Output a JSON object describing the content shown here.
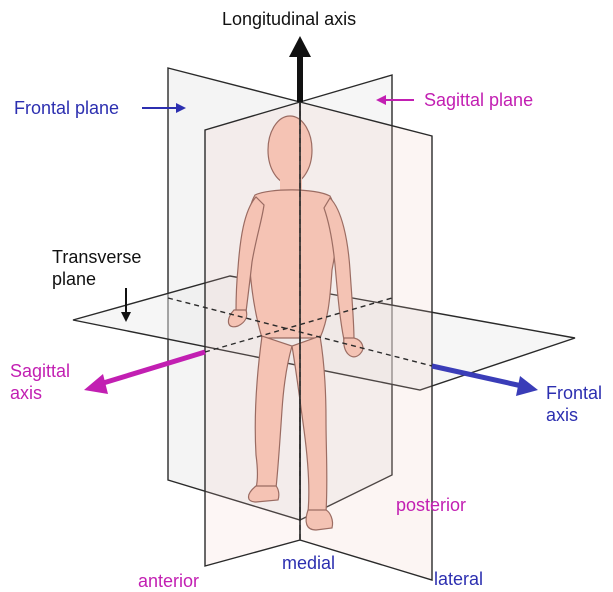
{
  "colors": {
    "label_black": "#111111",
    "label_blue": "#2c2fb0",
    "label_magenta": "#c21fb2",
    "skin": "#f6c3b2",
    "skin_outline": "#8a5a50",
    "plane_edge": "#2a2a2a"
  },
  "labels": {
    "longitudinal_axis": "Longitudinal axis",
    "frontal_plane": "Frontal plane",
    "sagittal_plane": "Sagittal plane",
    "transverse_plane_line1": "Transverse",
    "transverse_plane_line2": "plane",
    "sagittal_axis_line1": "Sagittal",
    "sagittal_axis_line2": "axis",
    "frontal_axis_line1": "Frontal",
    "frontal_axis_line2": "axis",
    "posterior": "posterior",
    "medial": "medial",
    "anterior": "anterior",
    "lateral": "lateral"
  }
}
